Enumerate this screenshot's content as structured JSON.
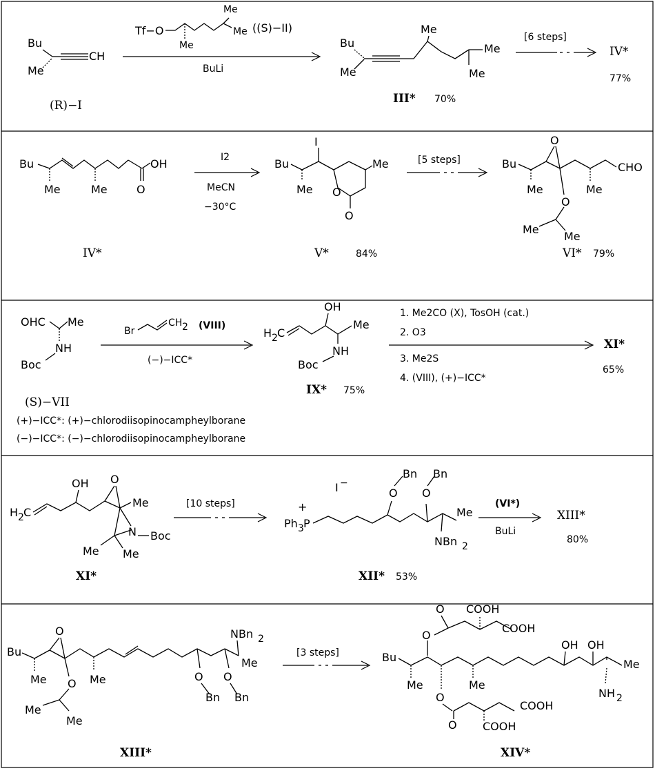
{
  "rows": [
    {
      "labels": {
        "start": "(R)−I",
        "reagent_top": "Tf−O",
        "reagent_tag": "((S)−II)",
        "reagent_bottom": "BuLi",
        "product": "III*",
        "product_yield": "70%",
        "steps": "[6 steps]",
        "final": "IV*",
        "final_yield": "77%"
      }
    },
    {
      "labels": {
        "start": "IV*",
        "reagent_top": "I2",
        "reagent_mid": "MeCN",
        "reagent_bottom": "−30°C",
        "product": "V*",
        "product_yield": "84%",
        "steps": "[5 steps]",
        "final": "VI*",
        "final_yield": "79%"
      }
    },
    {
      "labels": {
        "start": "(S)−VII",
        "reagent_top": "Br",
        "reagent_tag": "(VIII)",
        "reagent_bottom": "(−)−ICC*",
        "product": "IX*",
        "product_yield": "75%",
        "cond1": "1. Me2CO  (X), TosOH (cat.)",
        "cond2": "2. O3",
        "cond3": "3. Me2S",
        "cond4": "4. (VIII), (+)−ICC*",
        "final": "XI*",
        "final_yield": "65%"
      },
      "notes": [
        "(+)−ICC*: (+)−chlorodiisopinocampheylborane",
        "(−)−ICC*: (−)−chlorodiisopinocampheylborane"
      ]
    },
    {
      "labels": {
        "start": "XI*",
        "steps": "[10 steps]",
        "product": "XII*",
        "product_yield": "53%",
        "reagent_top": "(VI*)",
        "reagent_bottom": "BuLi",
        "final": "XIII*",
        "final_yield": "80%"
      }
    },
    {
      "labels": {
        "start": "XIII*",
        "steps": "[3 steps]",
        "final": "XIV*"
      }
    }
  ]
}
